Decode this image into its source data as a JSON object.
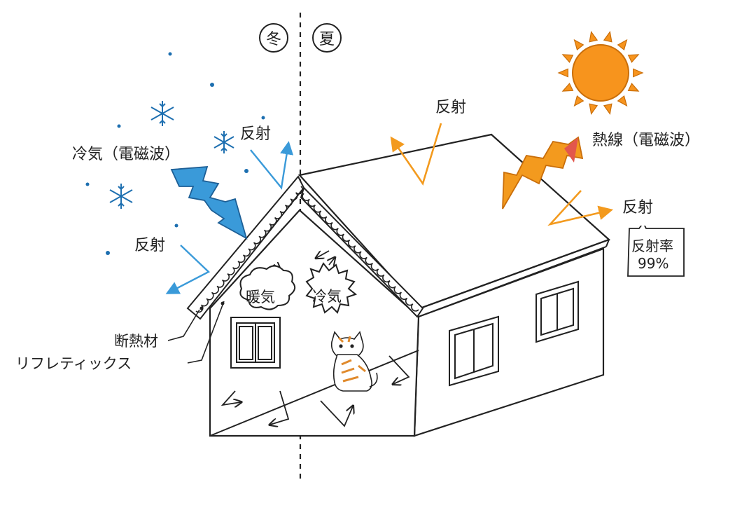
{
  "seasons": {
    "winter": "冬",
    "summer": "夏"
  },
  "labels": {
    "cold_air_wave": "冷気（電磁波）",
    "reflect_winter_top": "反射",
    "reflect_winter_left": "反射",
    "reflect_summer_roof": "反射",
    "heat_ray_wave": "熱線（電磁波）",
    "reflect_summer_right": "反射",
    "reflect_rate_title": "反射率",
    "reflect_rate_value": "99%",
    "insulation": "断熱材",
    "reflectix": "リフレティックス",
    "warm_air": "暖気",
    "cool_air": "冷気"
  },
  "colors": {
    "winter_arrow": "#3a9ad9",
    "summer_arrow": "#f39a1e",
    "sun": "#f7941d",
    "outline": "#222222"
  },
  "icons": [
    "snowflake-icon",
    "sun-icon",
    "cat-icon"
  ]
}
